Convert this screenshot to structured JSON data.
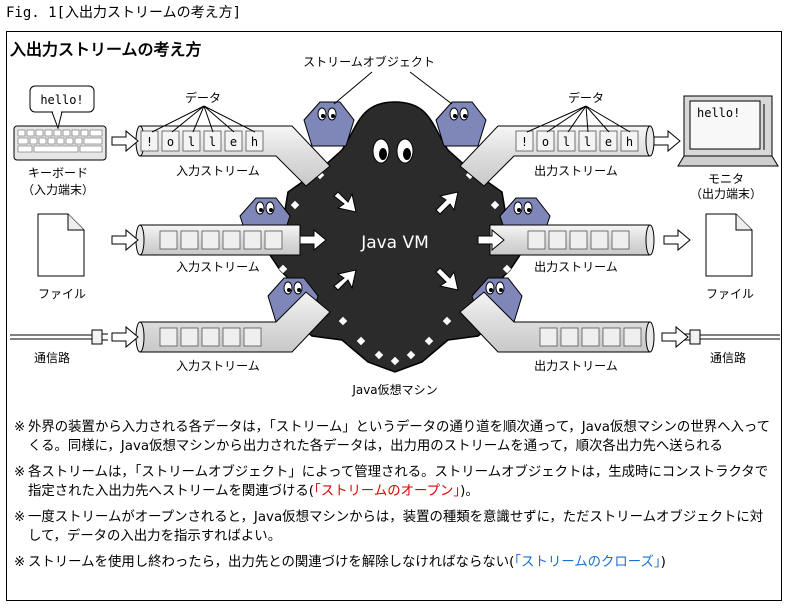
{
  "figure": {
    "caption": "Fig. 1[入出力ストリームの考え方]",
    "heading": "入出力ストリームの考え方"
  },
  "labels": {
    "stream_object": "ストリームオブジェクト",
    "data": "データ",
    "input_stream": "入力ストリーム",
    "output_stream": "出力ストリーム",
    "keyboard_line1": "キーボード",
    "keyboard_line2": "（入力端末）",
    "monitor_line1": "モニタ",
    "monitor_line2": "（出力端末）",
    "file": "ファイル",
    "network": "通信路",
    "vm_center": "Java VM",
    "vm_caption": "Java仮想マシン",
    "hello_text": "hello!"
  },
  "input_chars": [
    "!",
    "o",
    "l",
    "l",
    "e",
    "h"
  ],
  "output_chars": [
    "!",
    "o",
    "l",
    "l",
    "e",
    "h"
  ],
  "notes": [
    {
      "mark": "※",
      "text": "外界の装置から入力される各データは，「ストリーム」というデータの通り道を順次通って，Java仮想マシンの世界へ入ってくる。同様に，Java仮想マシンから出力された各データは，出力用のストリームを通って，順次各出力先へ送られる"
    },
    {
      "mark": "※",
      "text": "各ストリームは，「ストリームオブジェクト」によって管理される。ストリームオブジェクトは，生成時にコンストラクタで指定された入出力先へストリームを関連づける(",
      "highlight": "「ストリームのオープン」",
      "after": ")。"
    },
    {
      "mark": "※",
      "text": "一度ストリームがオープンされると，Java仮想マシンからは，装置の種類を意識せずに，ただストリームオブジェクトに対して，データの入出力を指示すればよい。"
    },
    {
      "mark": "※",
      "text": "ストリームを使用し終わったら，出力先との関連づけを解除しなければならない(",
      "highlight": "「ストリームのクローズ」",
      "after": ")"
    }
  ],
  "colors": {
    "vm_body": "#2b2b2b",
    "stream_object": "#7f86b8",
    "pipe": "#e2e2e2",
    "highlight_red": "#e00000",
    "highlight_blue": "#1a6fd0"
  }
}
